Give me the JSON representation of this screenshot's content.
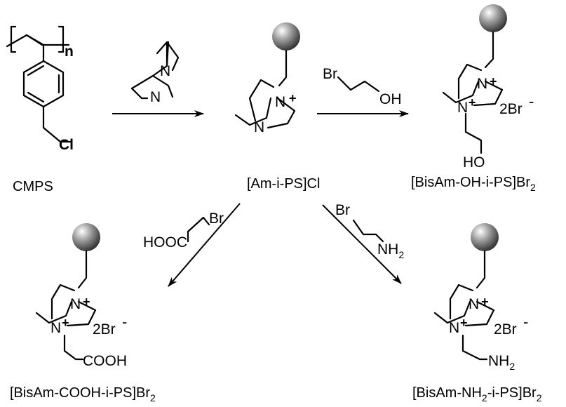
{
  "compounds": {
    "cmps": {
      "label": "CMPS",
      "repeat_subscript": "n",
      "atom_cl": "Cl"
    },
    "am_ps": {
      "label": "[Am-i-PS]Cl",
      "n1": "N",
      "n2": "N",
      "plus": "+"
    },
    "bis_oh": {
      "label_main": "[BisAm-OH-i-PS]Br",
      "label_sub": "2",
      "n1": "N",
      "n2": "N",
      "plus": "+",
      "counterion": "2Br",
      "minus": "-",
      "group": "HO"
    },
    "bis_cooh": {
      "label_main": "[BisAm-COOH-i-PS]Br",
      "label_sub": "2",
      "n1": "N",
      "n2": "N",
      "plus": "+",
      "counterion": "2Br",
      "minus": "-",
      "group": "COOH"
    },
    "bis_nh2": {
      "label_pre": "[BisAm-NH",
      "label_mid_sub": "2",
      "label_post": "-i-PS]Br",
      "label_sub": "2",
      "n1": "N",
      "n2": "N",
      "plus": "+",
      "counterion": "2Br",
      "minus": "-",
      "group_main": "NH",
      "group_sub": "2"
    }
  },
  "reagents": {
    "dabco": {
      "n_top": "N",
      "n_bottom": "N"
    },
    "bromoethanol": {
      "br": "Br",
      "oh": "OH"
    },
    "bromoacetic_acid": {
      "br": "Br",
      "cooh": "HOOC"
    },
    "bromoethylamine": {
      "br": "Br",
      "nh": "NH",
      "sub": "2"
    }
  }
}
